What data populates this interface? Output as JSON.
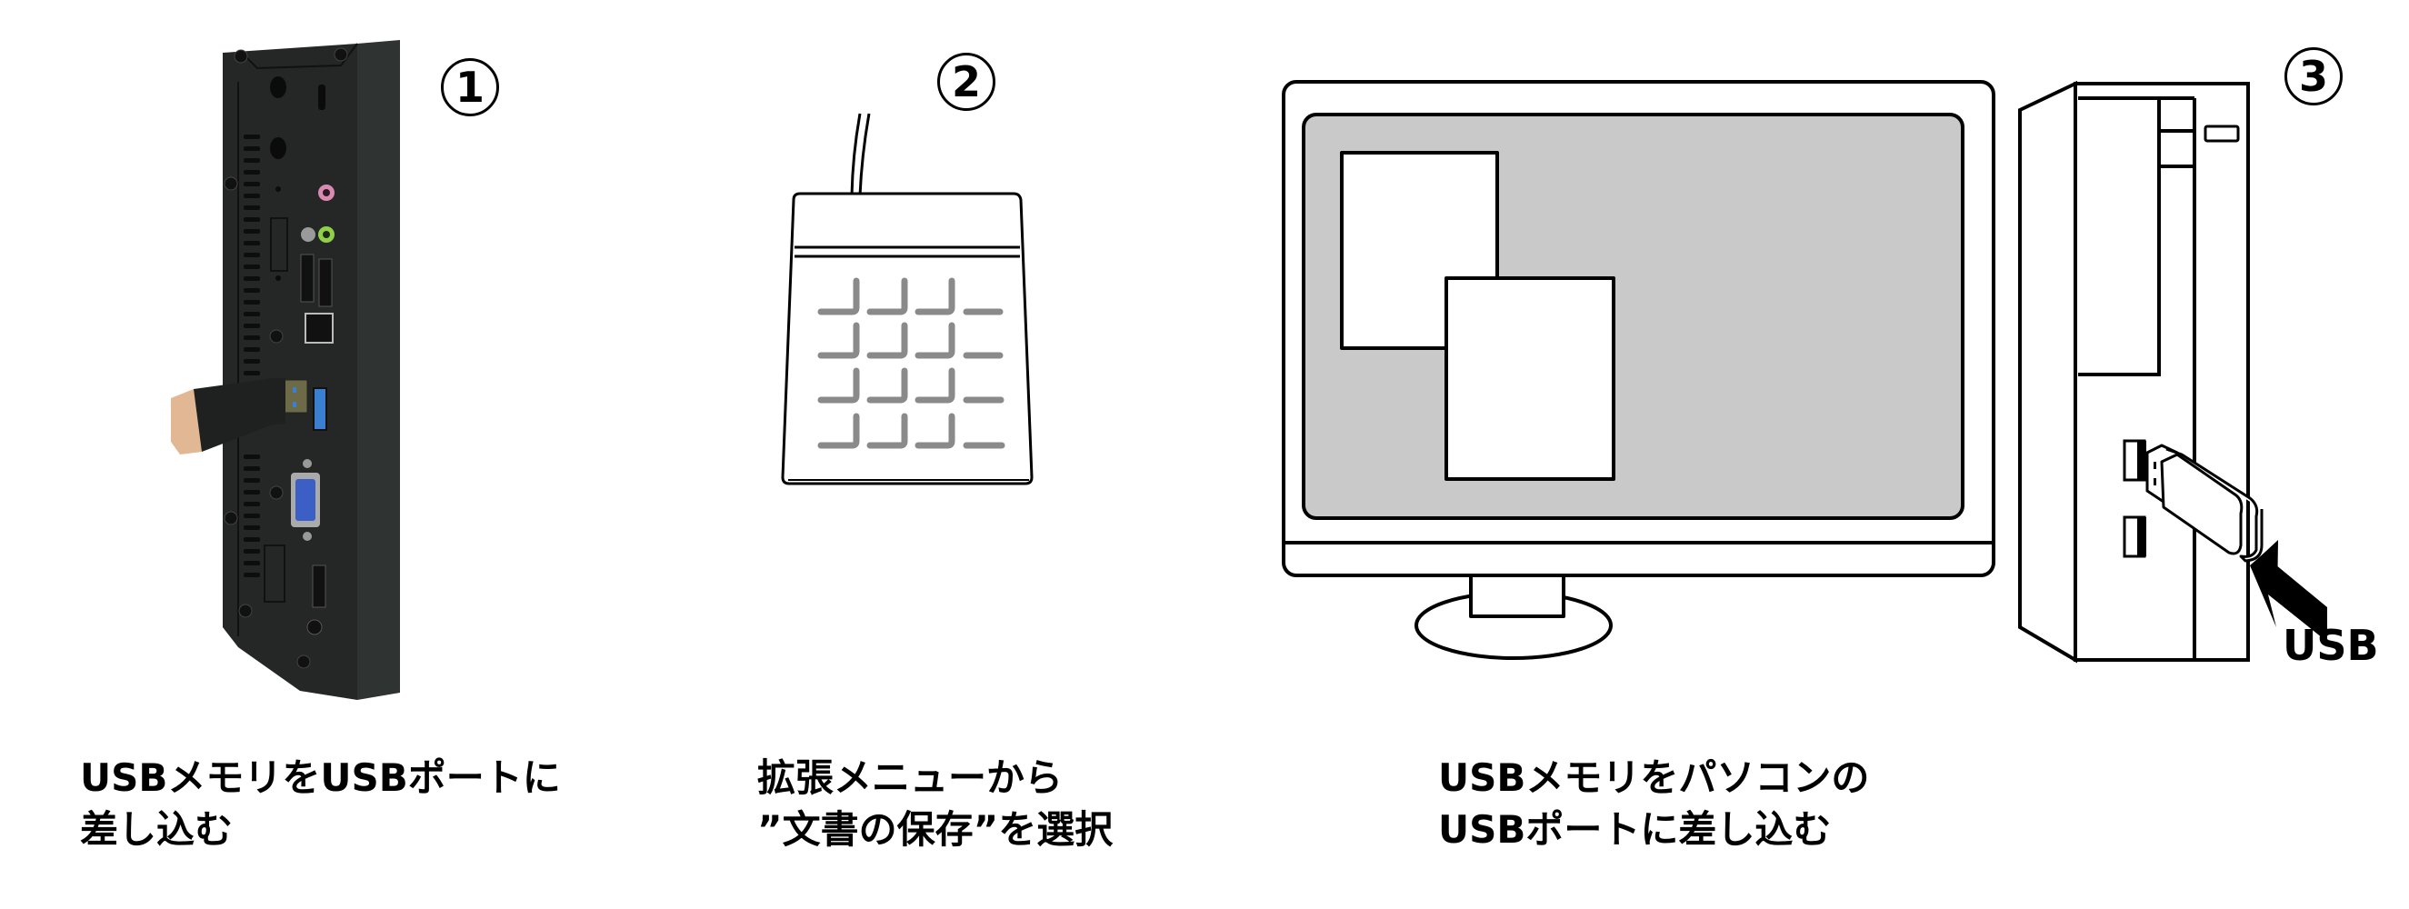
{
  "steps": [
    {
      "number": "1",
      "illustration": "mini-pc-usb-insert-photo",
      "caption_lines": [
        "USBメモリをUSBポートに",
        "差し込む"
      ]
    },
    {
      "number": "2",
      "illustration": "keypad-drawing",
      "caption_lines": [
        "拡張メニューから",
        "”文書の保存”を選択"
      ]
    },
    {
      "number": "3",
      "illustration": "desktop-pc-usb-drawing",
      "caption_lines": [
        "USBメモリをパソコンの",
        "USBポートに差し込む"
      ],
      "port_label": "USB"
    }
  ],
  "colors": {
    "ink": "#000000",
    "screen_gray": "#c9c9c9",
    "key_gray": "#8a8a8a",
    "pc_body": "#2a2d2c",
    "pink_jack": "#d88ab0",
    "green_jack": "#8fcf4a",
    "usb3_blue": "#3a7fd0",
    "vga_blue": "#3b5fc4"
  }
}
